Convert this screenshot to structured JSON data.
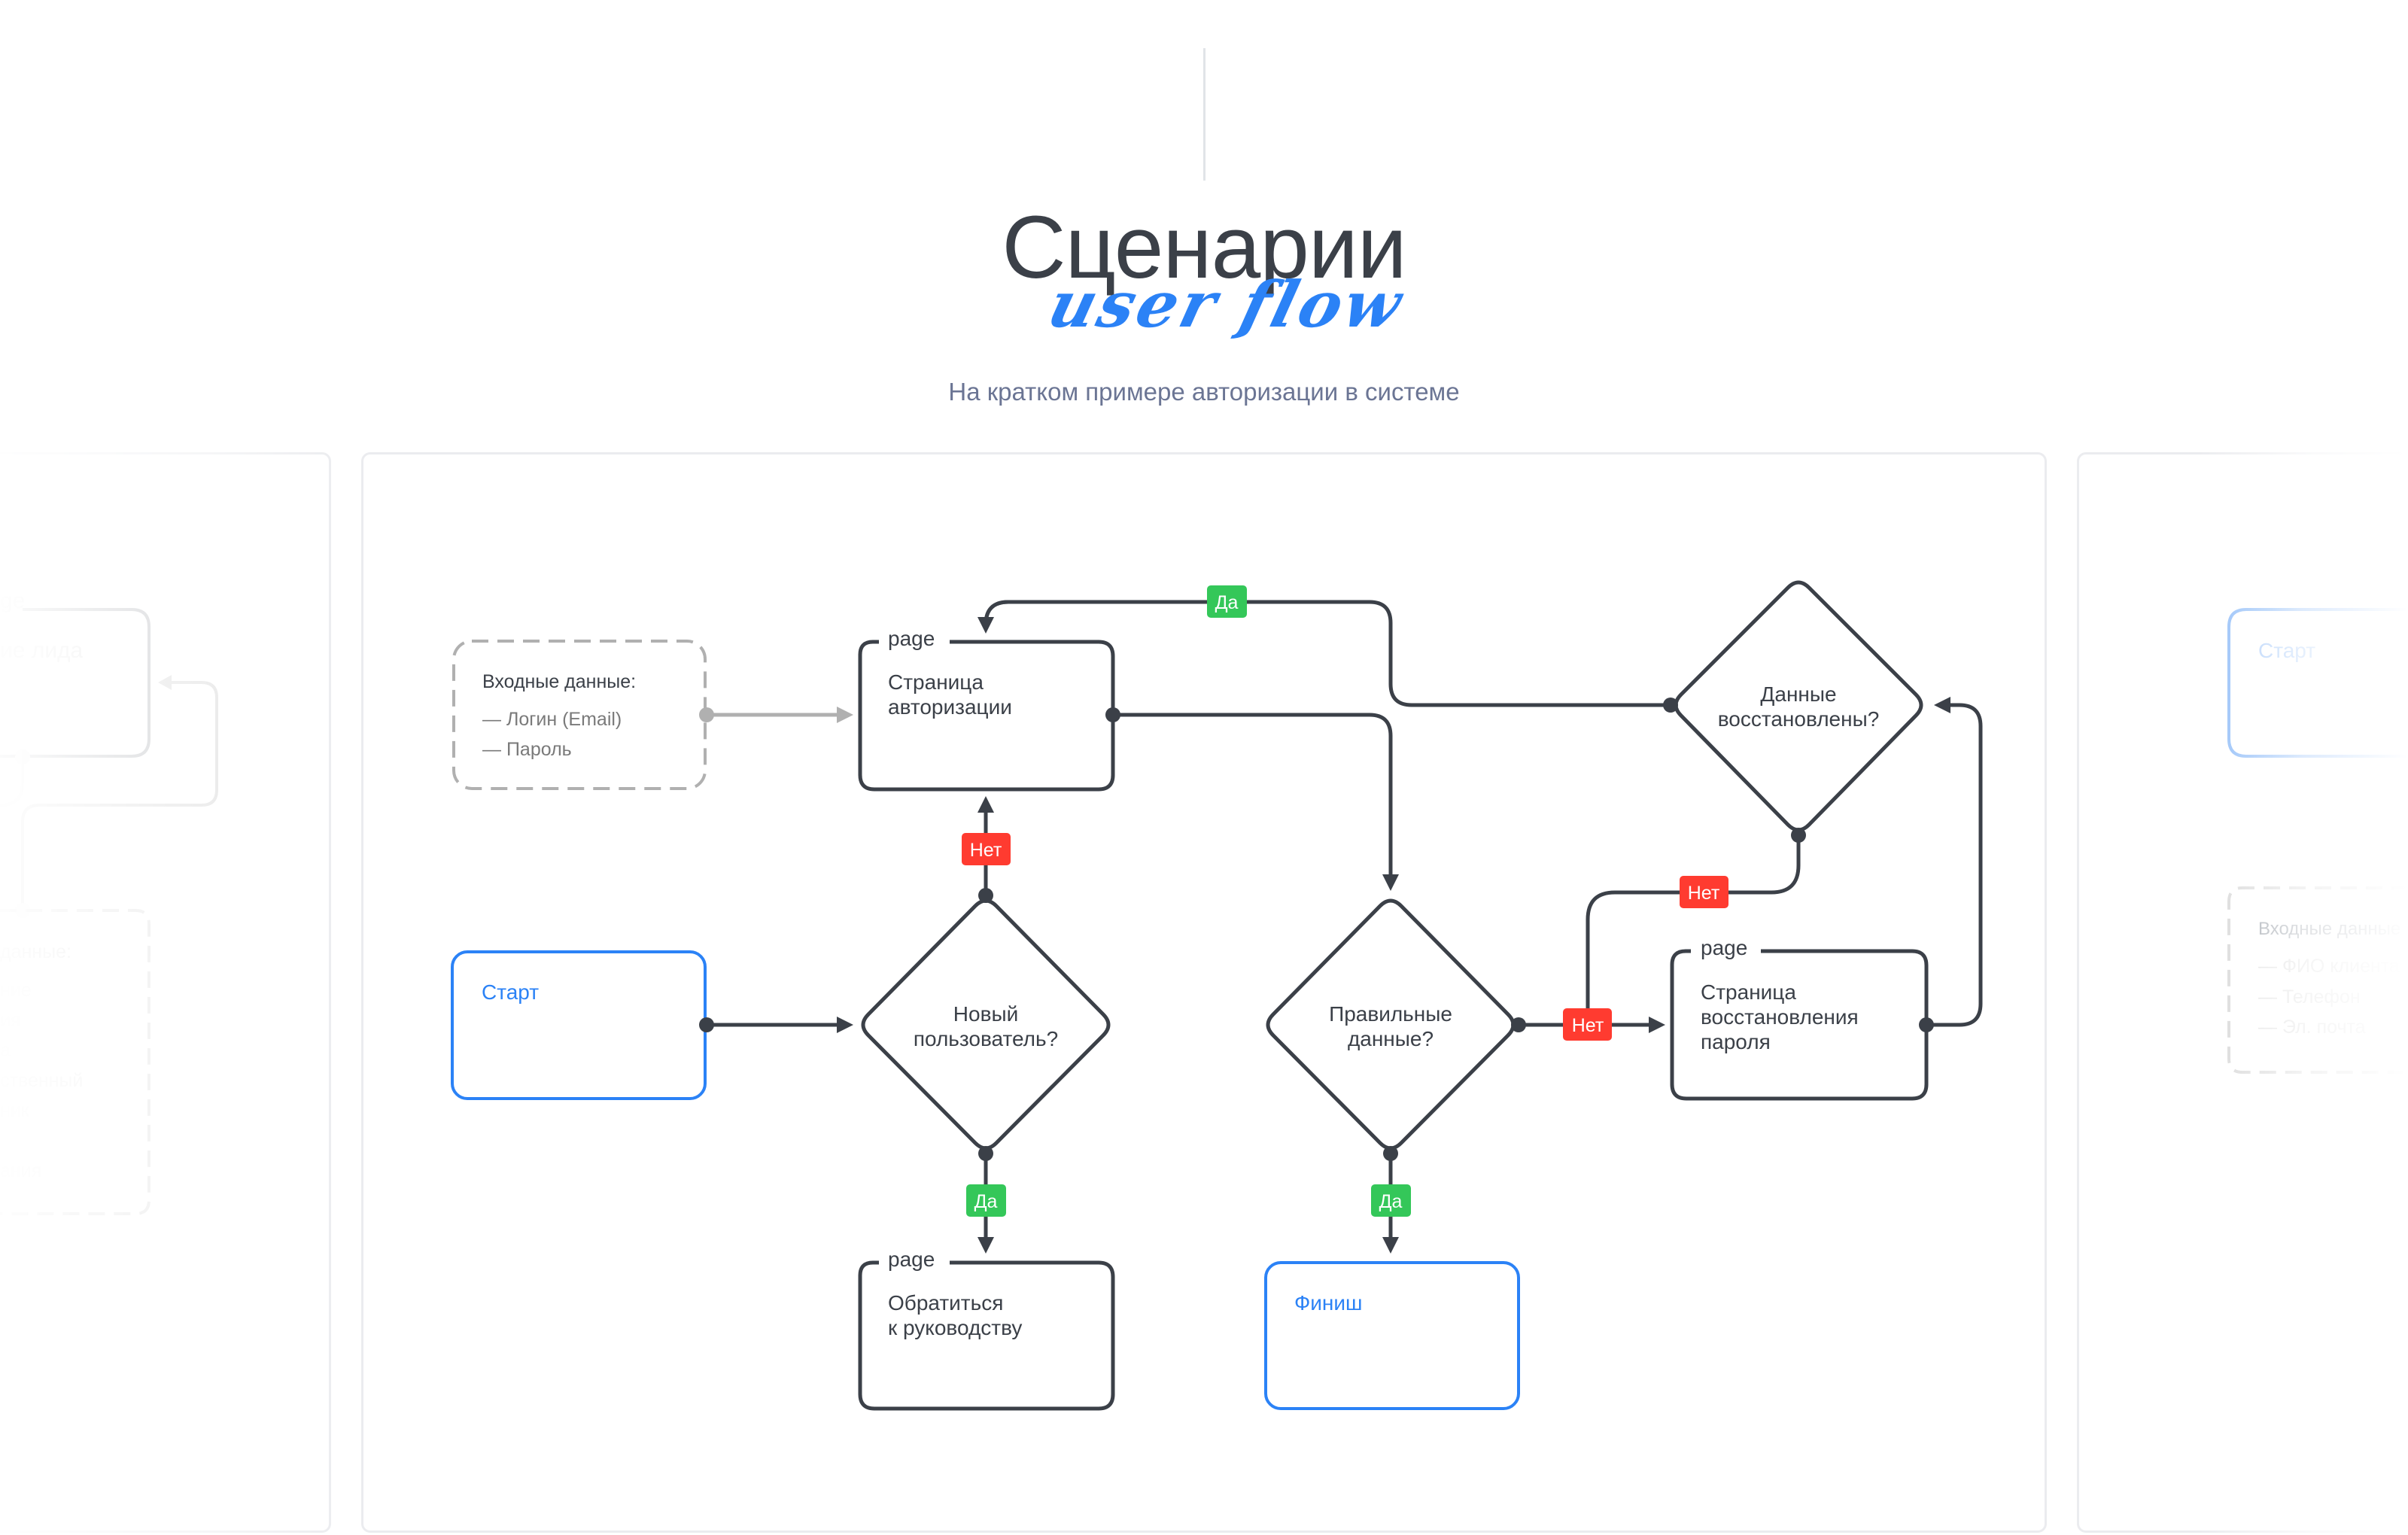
{
  "header": {
    "title": "Сценарии",
    "title_accent": "user flow",
    "subtitle": "На кратком примере авторизации в системе"
  },
  "colors": {
    "stroke": "#3b4048",
    "accent_blue": "#2b82f6",
    "yes_green": "#34c759",
    "no_red": "#ff3b30",
    "input_gray": "#b0b0b0",
    "text_gray": "#7a7a7a"
  },
  "main_flow": {
    "input_box": {
      "title": "Входные данные:",
      "items": [
        "— Логин (Email)",
        "— Пароль"
      ]
    },
    "start": {
      "label": "Старт"
    },
    "finish": {
      "label": "Финиш"
    },
    "auth_page": {
      "tag": "page",
      "lines": [
        "Страница",
        "авторизации"
      ]
    },
    "contact_page": {
      "tag": "page",
      "lines": [
        "Обратиться",
        "к руководству"
      ]
    },
    "recovery_page": {
      "tag": "page",
      "lines": [
        "Страница",
        "восстановления",
        "пароля"
      ]
    },
    "decision_new_user": {
      "lines": [
        "Новый",
        "пользователь?"
      ]
    },
    "decision_valid_data": {
      "lines": [
        "Правильные",
        "данные?"
      ]
    },
    "decision_restored": {
      "lines": [
        "Данные",
        "восстановлены?"
      ]
    },
    "badges": {
      "yes": "Да",
      "no": "Нет"
    }
  },
  "left_fragment": {
    "box_tag_fragment": "ge",
    "box_text_fragment": "ие лида",
    "input_title_fragment": "данные:",
    "input_items_fragments": [
      "ние",
      "ия",
      "а",
      "ственный",
      "ник",
      "ания"
    ]
  },
  "right_fragment": {
    "start_label": "Старт",
    "input_title": "Входные данные",
    "items": [
      "— ФИО клиента",
      "— Телефон",
      "— Эл. почта"
    ]
  }
}
